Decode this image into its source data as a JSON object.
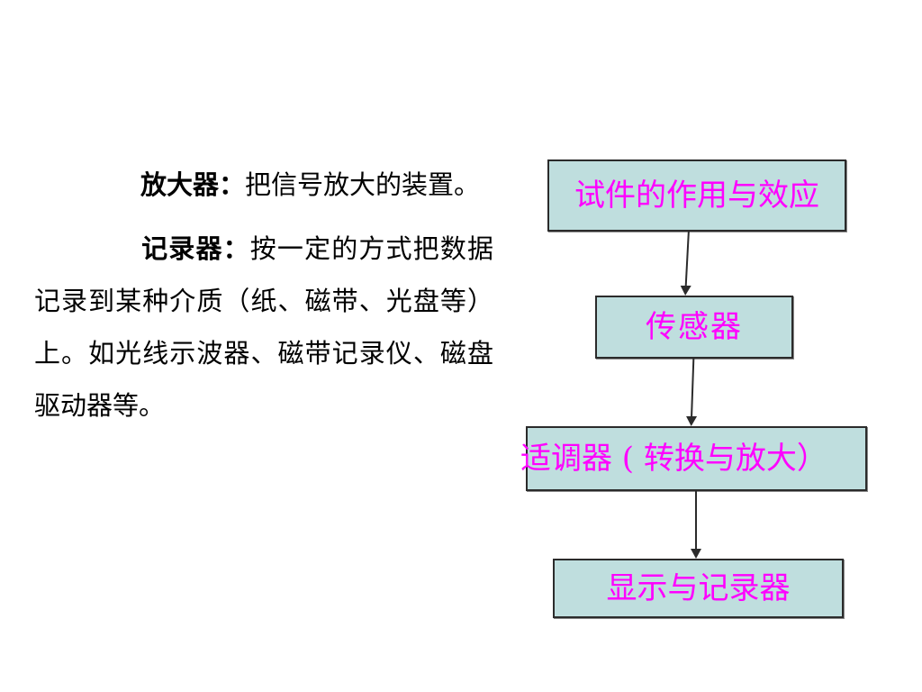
{
  "slide": {
    "background_color": "#FFFFFF",
    "text_color": "#000000",
    "accent_color": "#FF00FF",
    "box_fill_color": "#BFDEDE",
    "box_border_color": "#2B2B2B"
  },
  "content": {
    "paragraphs": [
      {
        "lead": "放大器",
        "separator": "：",
        "body": "把信号放大的装置。"
      },
      {
        "lead": "记录器",
        "separator": "：",
        "body": "按一定的方式把数据记录到某种介质（纸、磁带、光盘等）上。如光线示波器、磁带记录仪、磁盘驱动器等。"
      }
    ]
  },
  "flowchart": {
    "direction": "top-to-bottom",
    "nodes": [
      {
        "id": "specimen-effect",
        "label": "试件的作用与效应"
      },
      {
        "id": "sensor",
        "label": "传感器"
      },
      {
        "id": "conditioner",
        "label": "适调器 ( 转换与放大）"
      },
      {
        "id": "display-recorder",
        "label": "显示与记录器"
      }
    ],
    "connectors": [
      {
        "from": "specimen-effect",
        "to": "sensor",
        "arrow": "down"
      },
      {
        "from": "sensor",
        "to": "conditioner",
        "arrow": "down"
      },
      {
        "from": "conditioner",
        "to": "display-recorder",
        "arrow": "down"
      }
    ]
  }
}
